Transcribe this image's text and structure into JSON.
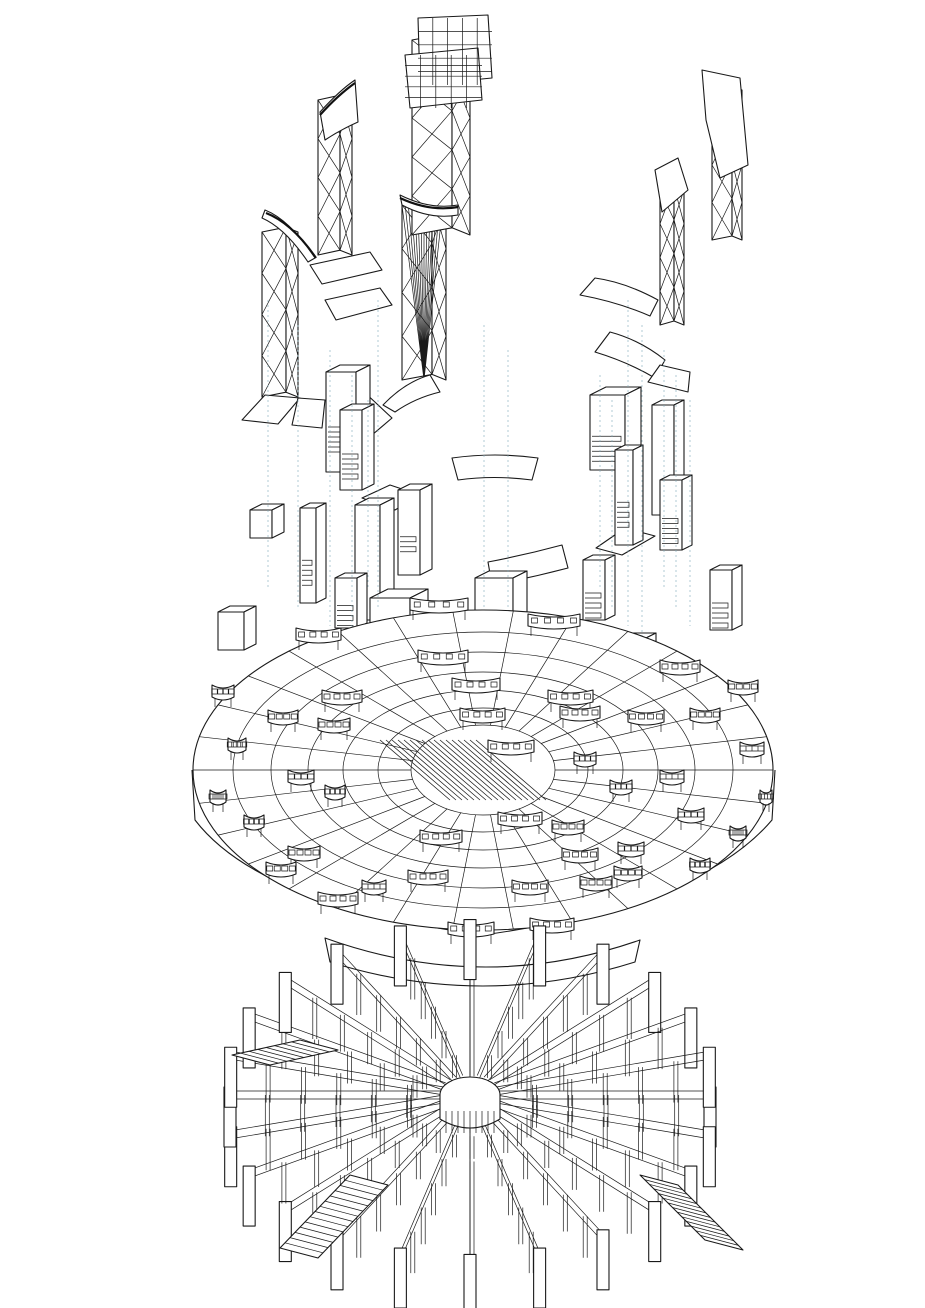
{
  "drawing": {
    "kind": "exploded-axonometric",
    "line_color": "#1a1a1a",
    "projection_line_color": "#7fa9b8",
    "background": "#ffffff",
    "layers": [
      "tower-trusses",
      "canopy-panels",
      "wall-modules",
      "seating-platform",
      "radial-substructure"
    ]
  }
}
